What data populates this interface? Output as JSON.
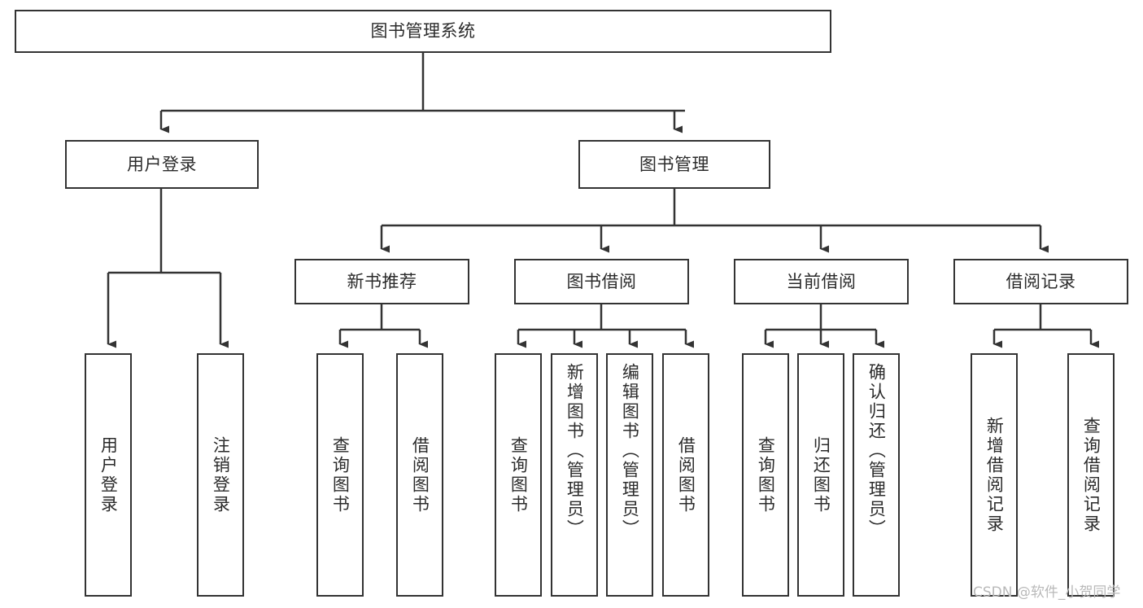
{
  "diagram": {
    "type": "tree",
    "title": "图书管理系统",
    "root": {
      "label": "图书管理系统"
    },
    "level2": [
      {
        "label": "用户登录"
      },
      {
        "label": "图书管理"
      }
    ],
    "level3": [
      {
        "label": "新书推荐"
      },
      {
        "label": "图书借阅"
      },
      {
        "label": "当前借阅"
      },
      {
        "label": "借阅记录"
      }
    ],
    "leaves": {
      "user_login": [
        {
          "label": "用户登录"
        },
        {
          "label": "注销登录"
        }
      ],
      "new_book_recommend": [
        {
          "label": "查询图书"
        },
        {
          "label": "借阅图书"
        }
      ],
      "book_borrow": [
        {
          "label": "查询图书"
        },
        {
          "label": "新增图书（管理员）"
        },
        {
          "label": "编辑图书（管理员）"
        },
        {
          "label": "借阅图书"
        }
      ],
      "current_borrow": [
        {
          "label": "查询图书"
        },
        {
          "label": "归还图书"
        },
        {
          "label": "确认归还（管理员）"
        }
      ],
      "borrow_record": [
        {
          "label": "新增借阅记录"
        },
        {
          "label": "查询借阅记录"
        }
      ]
    }
  },
  "watermark": {
    "text": "CSDN @软件_小贺同学"
  },
  "colors": {
    "stroke": "#333333",
    "text": "#2b2b2b",
    "background": "#ffffff",
    "watermark": "#b9b9b9"
  }
}
